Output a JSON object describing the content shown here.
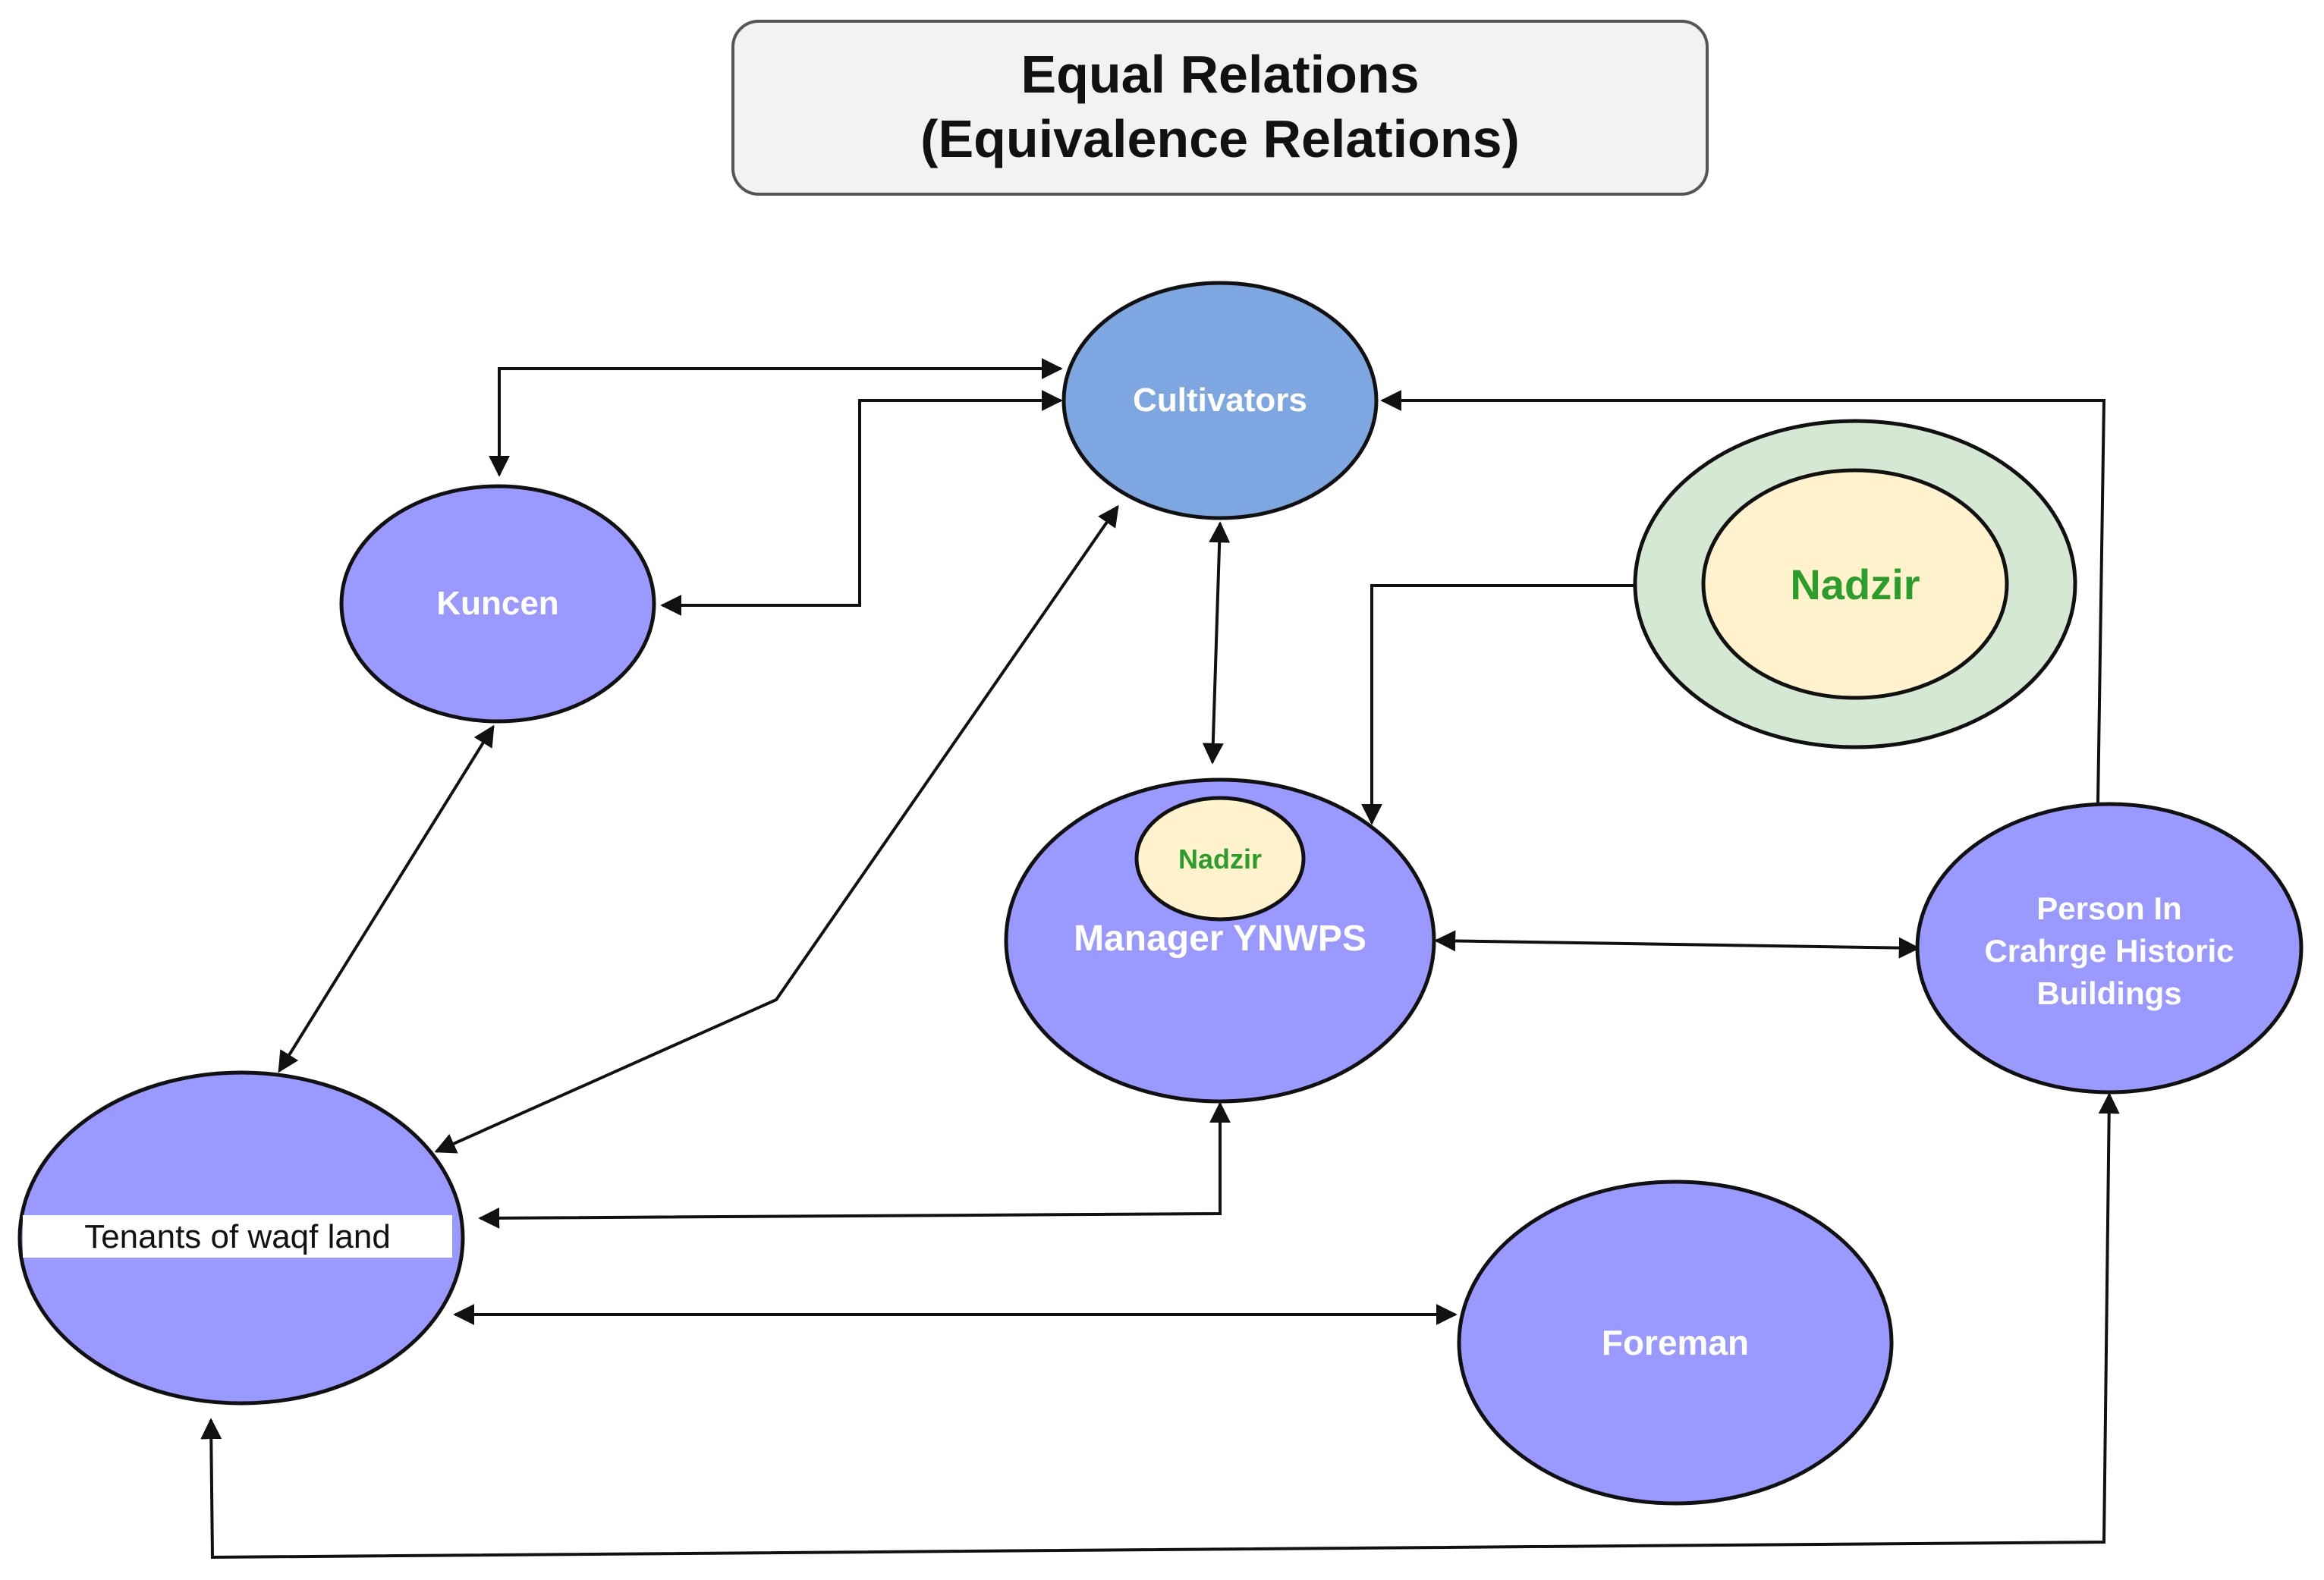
{
  "title": {
    "line1": "Equal Relations",
    "line2": "(Equivalence Relations)"
  },
  "nodes": {
    "cultivators": "Cultivators",
    "kuncen": "Kuncen",
    "nadzir": "Nadzir",
    "manager_inner": "Nadzir",
    "manager": "Manager YNWPS",
    "person_line1": "Person In",
    "person_line2": "Crahrge Historic",
    "person_line3": "Buildings",
    "tenants": "Tenants of waqf land",
    "foreman": "Foreman"
  },
  "colors": {
    "node_fill": "#9999ff",
    "cultivators_fill": "#7ea6e0",
    "nadzir_outer": "#d5e8d4",
    "nadzir_inner": "#fff2cc",
    "nadzir_text": "#2a9d2a"
  }
}
